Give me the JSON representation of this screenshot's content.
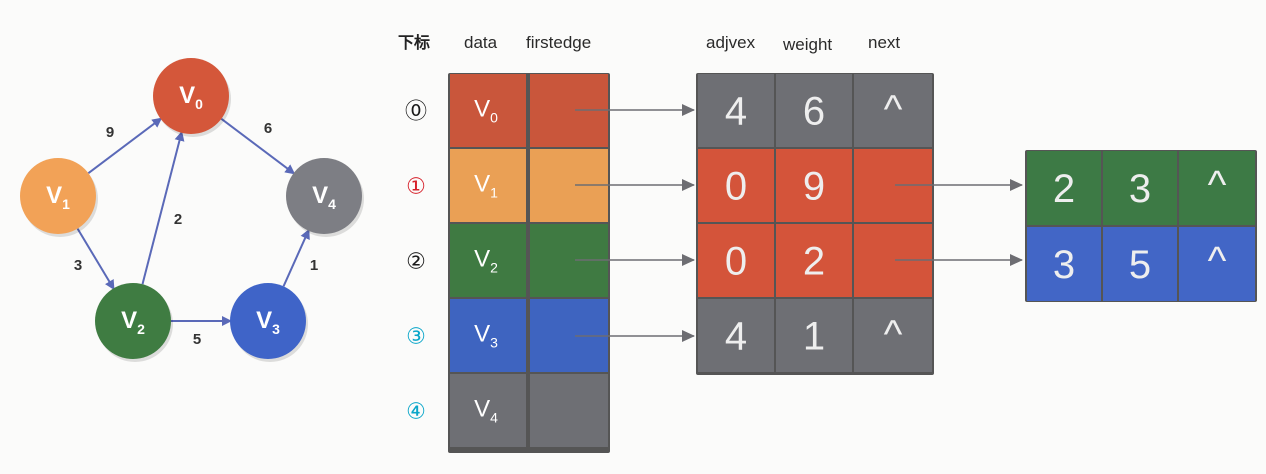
{
  "graph": {
    "nodes": [
      {
        "id": "v0",
        "letter": "V",
        "sub": "0",
        "color": "#d4573a"
      },
      {
        "id": "v1",
        "letter": "V",
        "sub": "1",
        "color": "#f2a257"
      },
      {
        "id": "v2",
        "letter": "V",
        "sub": "2",
        "color": "#3f7c42"
      },
      {
        "id": "v3",
        "letter": "V",
        "sub": "3",
        "color": "#3f64c8"
      },
      {
        "id": "v4",
        "letter": "V",
        "sub": "4",
        "color": "#7d7e84"
      }
    ],
    "edges": [
      {
        "from": "v1",
        "to": "v0",
        "weight": "9"
      },
      {
        "from": "v0",
        "to": "v4",
        "weight": "6"
      },
      {
        "from": "v1",
        "to": "v2",
        "weight": "3"
      },
      {
        "from": "v2",
        "to": "v0",
        "weight": "2"
      },
      {
        "from": "v2",
        "to": "v3",
        "weight": "5"
      },
      {
        "from": "v3",
        "to": "v4",
        "weight": "1"
      }
    ]
  },
  "vertex_table": {
    "headers": {
      "index": "下标",
      "data": "data",
      "firstedge": "firstedge"
    },
    "rows": [
      {
        "index": "⓪",
        "letter": "V",
        "sub": "0",
        "color": "#c9563b"
      },
      {
        "index": "①",
        "letter": "V",
        "sub": "1",
        "color": "#eaa055"
      },
      {
        "index": "②",
        "letter": "V",
        "sub": "2",
        "color": "#3f7a42"
      },
      {
        "index": "③",
        "letter": "V",
        "sub": "3",
        "color": "#3e64c0"
      },
      {
        "index": "④",
        "letter": "V",
        "sub": "4",
        "color": "#6e6f74"
      }
    ]
  },
  "edge_table": {
    "headers": {
      "adjvex": "adjvex",
      "weight": "weight",
      "next": "next"
    },
    "rows": [
      {
        "adjvex": "4",
        "weight": "6",
        "next": "^",
        "color": "#6e6f74",
        "has_next": false
      },
      {
        "adjvex": "0",
        "weight": "9",
        "next": "",
        "color": "#d4543a",
        "has_next": true
      },
      {
        "adjvex": "0",
        "weight": "2",
        "next": "",
        "color": "#d4543a",
        "has_next": true
      },
      {
        "adjvex": "4",
        "weight": "1",
        "next": "^",
        "color": "#6e6f74",
        "has_next": false
      }
    ]
  },
  "next_nodes": [
    {
      "adjvex": "2",
      "weight": "3",
      "next": "^",
      "color": "#3d7a45"
    },
    {
      "adjvex": "3",
      "weight": "5",
      "next": "^",
      "color": "#4266c6"
    }
  ],
  "colors": {
    "arrow": "#6d6d72",
    "graph_edge": "#5a69b8",
    "index_red": "#d6202a",
    "index_cyan": "#0aa6c9"
  }
}
